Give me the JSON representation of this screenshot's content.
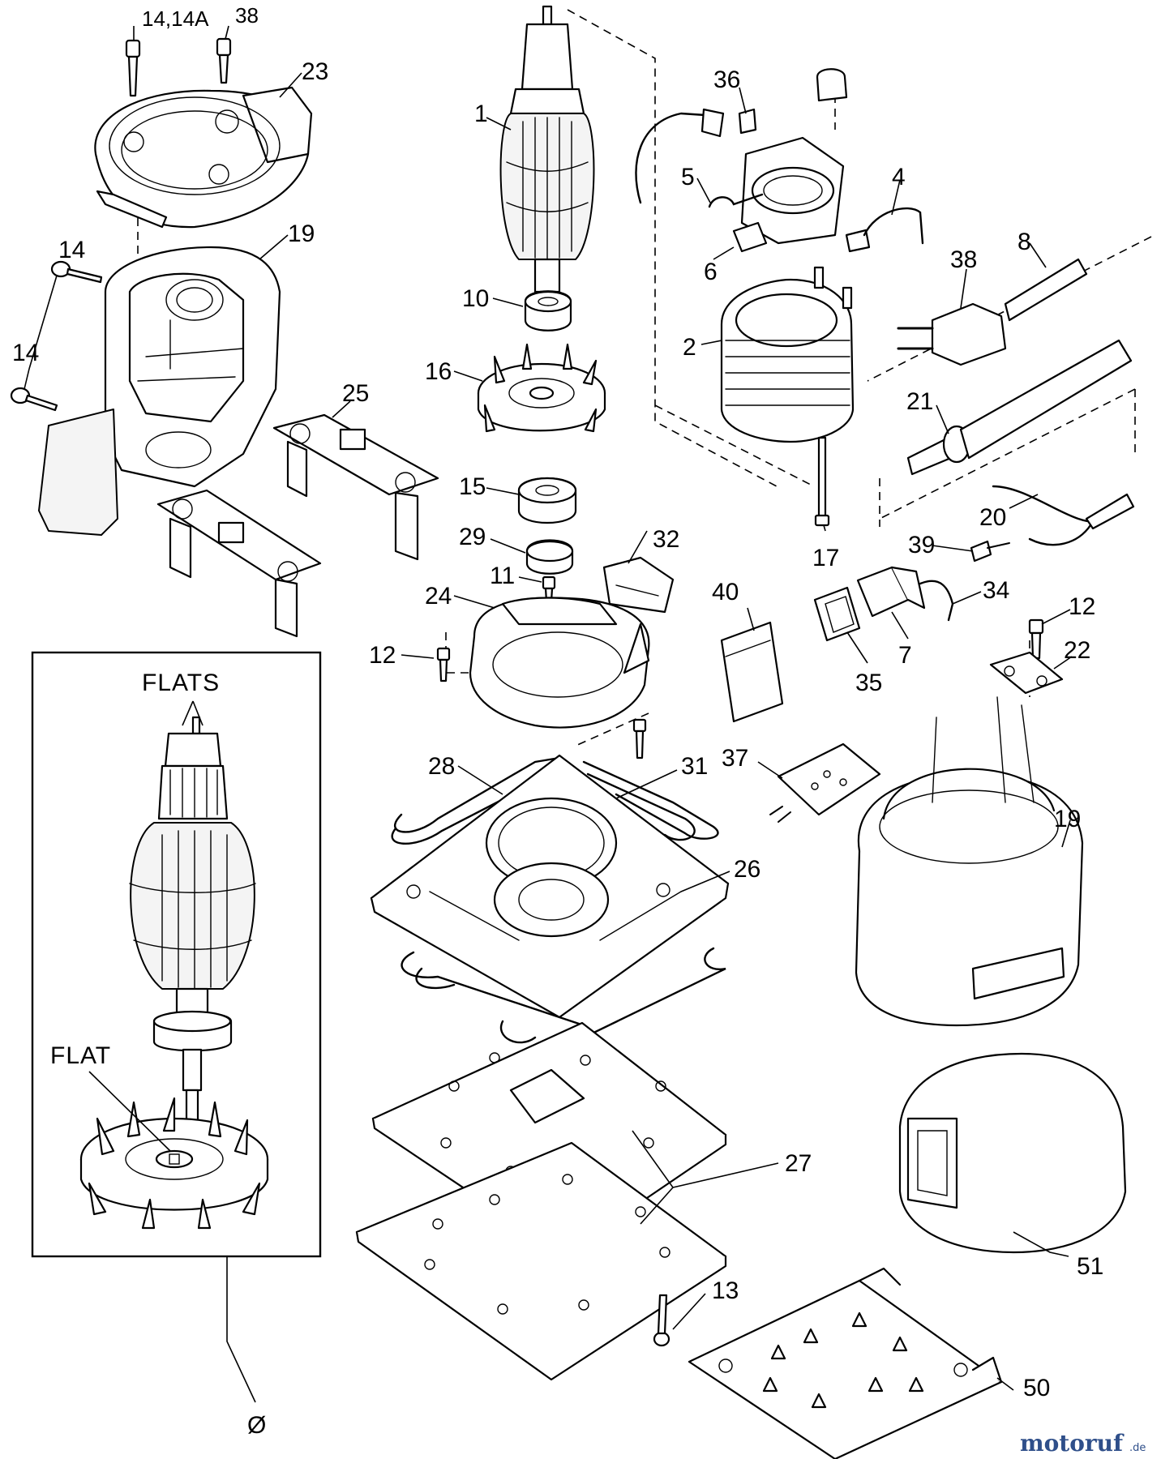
{
  "labels": {
    "p14_14a": "14,14A",
    "p38_top": "38",
    "p23": "23",
    "p19_top": "19",
    "p14_mid": "14",
    "p14_low": "14",
    "p25": "25",
    "p1": "1",
    "p10": "10",
    "p16": "16",
    "p15": "15",
    "p29": "29",
    "p11": "11",
    "p24": "24",
    "p32": "32",
    "p12_mid": "12",
    "p28": "28",
    "p31": "31",
    "p26": "26",
    "p27": "27",
    "p13": "13",
    "p36": "36",
    "p5": "5",
    "p4": "4",
    "p6": "6",
    "p2": "2",
    "p8": "8",
    "p38_plug": "38",
    "p21": "21",
    "p20": "20",
    "p17": "17",
    "p39": "39",
    "p40": "40",
    "p34": "34",
    "p12_right": "12",
    "p7": "7",
    "p35": "35",
    "p22": "22",
    "p37": "37",
    "p19_right": "19",
    "p51": "51",
    "p50": "50"
  },
  "detail": {
    "flats_label": "FLATS",
    "flat_label": "FLAT",
    "assembly_symbol": "Ø"
  },
  "watermark": {
    "brand": "motoruf",
    "suffix": ".de"
  }
}
